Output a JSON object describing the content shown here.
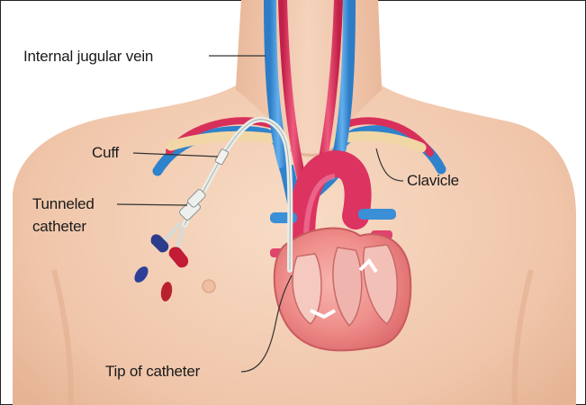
{
  "labels": {
    "internal_jugular_vein": "Internal jugular vein",
    "cuff": "Cuff",
    "clavicle": "Clavicle",
    "tunneled_catheter_line1": "Tunneled",
    "tunneled_catheter_line2": "catheter",
    "tip_of_catheter": "Tip of catheter"
  },
  "colors": {
    "vein": "#3a8fd6",
    "artery": "#d8305a",
    "skin": "#f3d0b6",
    "catheter": "#e9ece8",
    "leader_line": "#333333"
  }
}
